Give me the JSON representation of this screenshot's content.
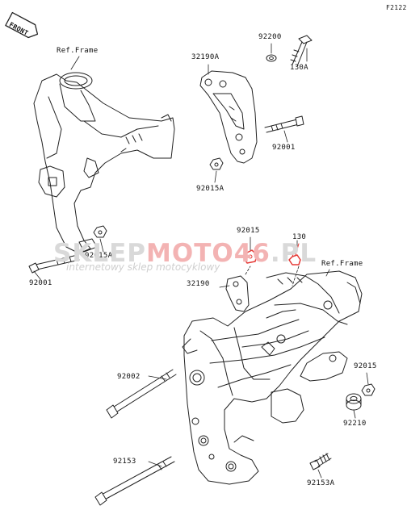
{
  "figure_id": "F2122",
  "front_badge": "FRONT",
  "watermark": {
    "prefix": "SKLEP",
    "highlight": "MOTO46",
    "suffix": ".PL",
    "tagline": "internetowy sklep motocyklowy"
  },
  "ref_frame_labels": [
    "Ref.Frame",
    "Ref.Frame"
  ],
  "parts": [
    {
      "number": "92200",
      "name": "washer"
    },
    {
      "number": "130A",
      "name": "bolt"
    },
    {
      "number": "32190A",
      "name": "engine bracket"
    },
    {
      "number": "92001",
      "name": "bolt"
    },
    {
      "number": "92015A",
      "name": "nut"
    },
    {
      "number": "92015A",
      "name": "nut"
    },
    {
      "number": "92001",
      "name": "bolt"
    },
    {
      "number": "92015",
      "name": "nut"
    },
    {
      "number": "130",
      "name": "bolt"
    },
    {
      "number": "32190",
      "name": "engine bracket"
    },
    {
      "number": "92002",
      "name": "long bolt"
    },
    {
      "number": "92015",
      "name": "nut"
    },
    {
      "number": "92210",
      "name": "nut"
    },
    {
      "number": "92153",
      "name": "long bolt"
    },
    {
      "number": "92153A",
      "name": "bolt"
    }
  ],
  "colors": {
    "line": "#222222",
    "highlight": "#e53935",
    "watermark_red": "#f3b3b3",
    "watermark_gray": "#d9d9d9"
  }
}
